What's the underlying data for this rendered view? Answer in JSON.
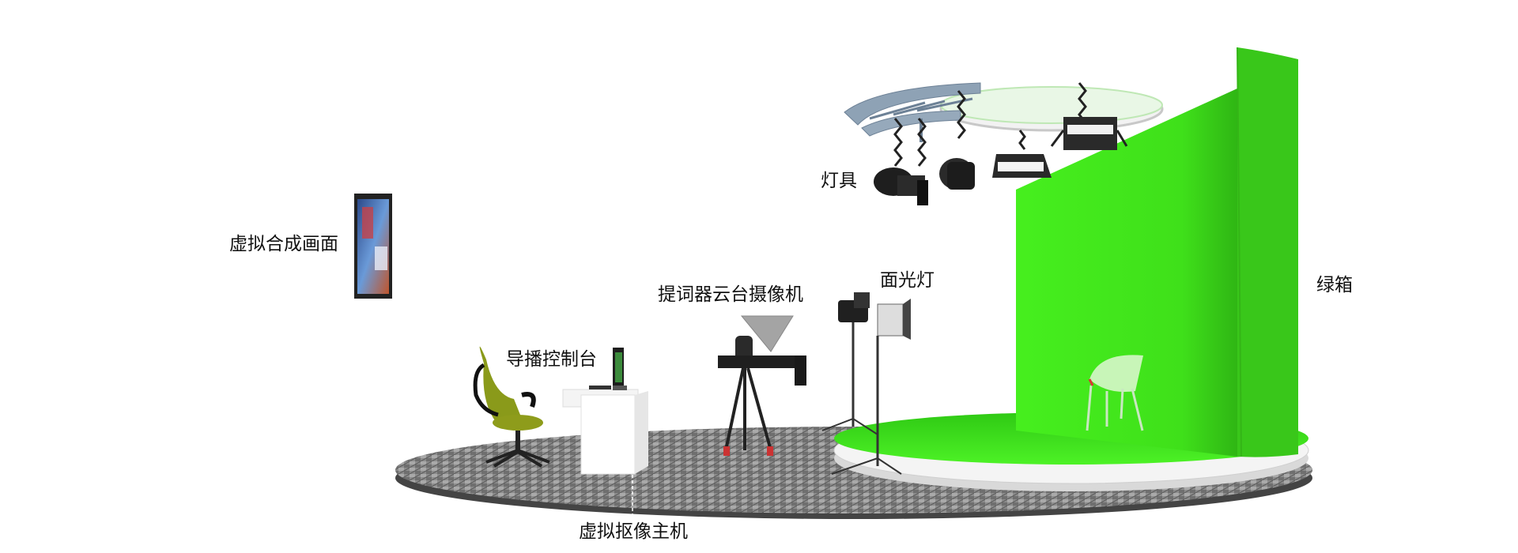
{
  "labels": {
    "virtual_composite": "虚拟合成画面",
    "director_console": "导播控制台",
    "teleprompter_camera": "提词器云台摄像机",
    "key_light": "面光灯",
    "lighting": "灯具",
    "green_box": "绿箱",
    "keying_host": "虚拟抠像主机"
  },
  "colors": {
    "chroma_green": "#3ee21b",
    "floor_carpet": "#8f8f8f",
    "rig_steel": "#8fa3b6",
    "chair_seat": "#8a9a1a",
    "background": "#ffffff"
  },
  "icons": {
    "monitor": "virtual-composite-display-icon",
    "chair": "office-chair-icon",
    "console": "director-desk-icon",
    "camera": "teleprompter-camera-icon",
    "key_light": "key-light-stand-icon",
    "spotlights": "spotlight-icon",
    "green_box": "green-screen-cyclorama-icon",
    "studio_chair": "studio-chair-icon"
  }
}
